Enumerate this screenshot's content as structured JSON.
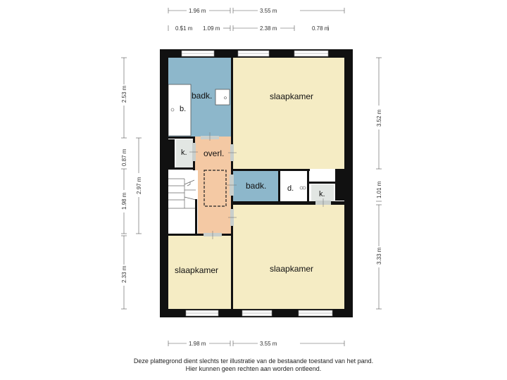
{
  "dimensions": {
    "top_outer": [
      "1.96 m",
      "3.55 m"
    ],
    "top_inner": [
      "0.51 m",
      "1.09 m",
      "2.38 m",
      "0.78 m"
    ],
    "bottom": [
      "1.98 m",
      "3.55 m"
    ],
    "left_outer": [
      "2.53 m",
      "0.87 m",
      "1.98 m",
      "2.33 m"
    ],
    "left_inner": [
      "2.97 m"
    ],
    "right": [
      "3.52 m",
      "1.01 m",
      "3.33 m"
    ]
  },
  "rooms": {
    "badk_top": "badk.",
    "bath_b": "b.",
    "slaapkamer_ne": "slaapkamer",
    "k_left": "k.",
    "overl": "overl.",
    "badk_mid": "badk.",
    "douche": "d.",
    "k_right": "k.",
    "slaapkamer_sw": "slaapkamer",
    "slaapkamer_se": "slaapkamer"
  },
  "colors": {
    "bathroom": "#8db7cb",
    "bedroom": "#f5ecc4",
    "hallway": "#f4c9a4",
    "storage": "#e2e6e3",
    "wall": "#111111"
  },
  "disclaimer": {
    "line1": "Deze plattegrond dient slechts ter illustratie van de bestaande toestand van het pand.",
    "line2": "Hier kunnen geen rechten aan worden ontleend."
  }
}
